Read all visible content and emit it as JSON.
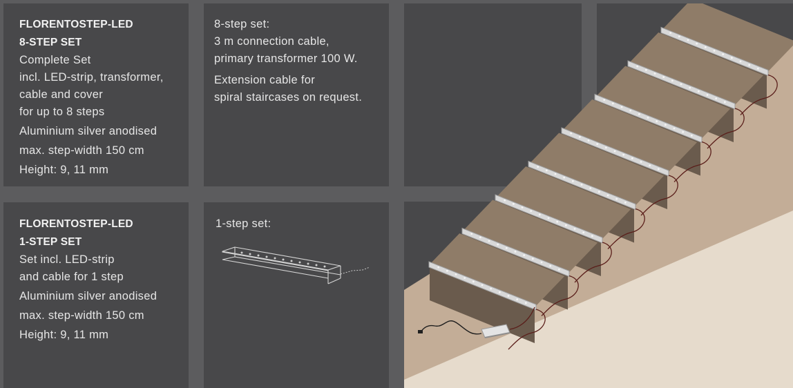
{
  "set8": {
    "title_line1": "FLORENTOSTEP-LED",
    "title_line2": "8-STEP SET",
    "desc1": "Complete Set",
    "desc2": "incl. LED-strip, transformer,",
    "desc3": "cable and cover",
    "desc4": "for up to 8 steps",
    "finish": "Aluminium silver anodised",
    "width": "max. step-width 150 cm",
    "height": "Height: 9, 11 mm"
  },
  "set8_info": {
    "label": "8-step set:",
    "line1": "3 m connection cable,",
    "line2": "primary transformer 100 W.",
    "line3": "Extension cable for",
    "line4": "spiral staircases on request."
  },
  "set1": {
    "title_line1": "FLORENTOSTEP-LED",
    "title_line2": "1-STEP SET",
    "desc1": "Set incl. LED-strip",
    "desc2": "and cable for 1 step",
    "finish": "Aluminium silver anodised",
    "width": "max. step-width 150 cm",
    "height": "Height: 9, 11 mm"
  },
  "set1_info": {
    "label": "1-step set:"
  },
  "colors": {
    "panel": "#48484a",
    "background": "#5c5c5e",
    "wall": "#c3ad97",
    "floor": "#e6dbcc",
    "step_riser": "#6a5b4d",
    "step_tread": "#8f7c68",
    "profile": "#d8d8d8",
    "cable": "#5a1e1a"
  },
  "steps": 8
}
